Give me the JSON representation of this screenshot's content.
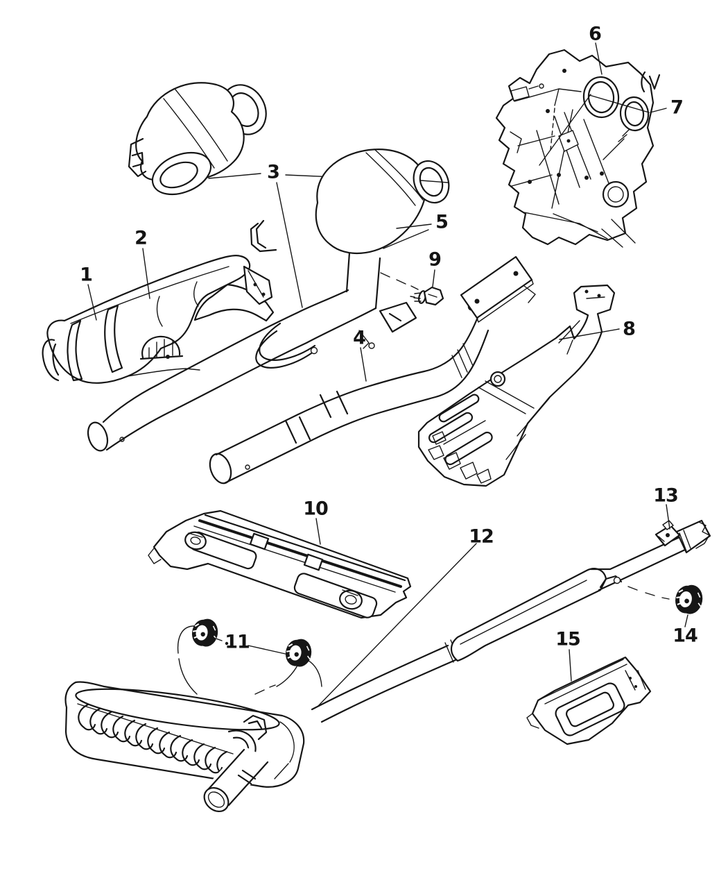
{
  "figure": {
    "kind": "exploded-parts-line-diagram"
  },
  "colors": {
    "line": "#161616",
    "background": "#ffffff"
  },
  "callouts": [
    {
      "label": "1"
    },
    {
      "label": "2"
    },
    {
      "label": "3"
    },
    {
      "label": "4"
    },
    {
      "label": "5"
    },
    {
      "label": "6"
    },
    {
      "label": "7"
    },
    {
      "label": "8"
    },
    {
      "label": "9"
    },
    {
      "label": "10"
    },
    {
      "label": "11"
    },
    {
      "label": "12"
    },
    {
      "label": "13"
    },
    {
      "label": "14"
    },
    {
      "label": "15"
    }
  ]
}
